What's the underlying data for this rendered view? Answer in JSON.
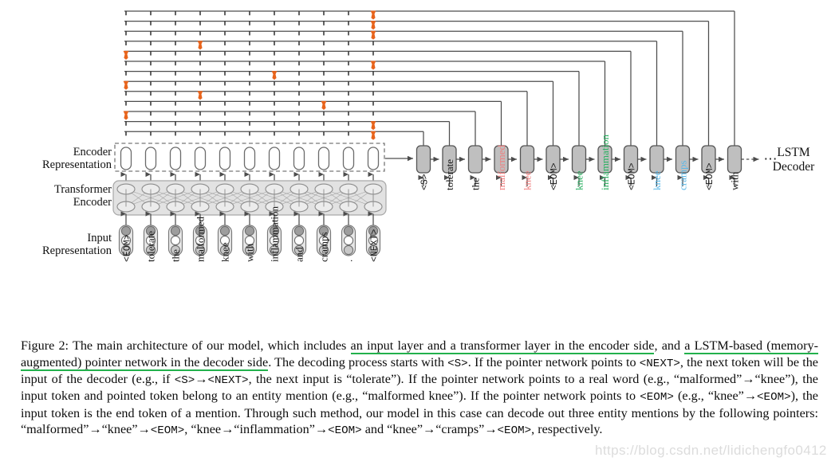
{
  "figure": {
    "side_labels": [
      {
        "id": "encoder-representation",
        "line1": "Encoder",
        "line2": "Representation"
      },
      {
        "id": "transformer-encoder",
        "line1": "Transformer",
        "line2": "Encoder"
      },
      {
        "id": "input-representation",
        "line1": "Input",
        "line2": "Representation"
      }
    ],
    "decoder_label": {
      "line1": "LSTM",
      "line2": "Decoder"
    },
    "ellipsis": "⋯",
    "encoder_tokens": [
      "<EOM>",
      "tolerate",
      "the",
      "malformed",
      "knee",
      "with",
      "inflammation",
      "and",
      "cramps",
      ".",
      "<NEXT>"
    ],
    "encoder_token_mono": [
      true,
      false,
      false,
      false,
      false,
      false,
      false,
      false,
      false,
      false,
      true
    ],
    "decoder_tokens": [
      {
        "text": "<S>",
        "color": "#1a1a1a",
        "mono": true
      },
      {
        "text": "tolerate",
        "color": "#1a1a1a",
        "mono": false
      },
      {
        "text": "the",
        "color": "#1a1a1a",
        "mono": false
      },
      {
        "text": "malformed",
        "color": "#f08080",
        "mono": false
      },
      {
        "text": "knee",
        "color": "#f08080",
        "mono": false
      },
      {
        "text": "<EOM>",
        "color": "#1a1a1a",
        "mono": true
      },
      {
        "text": "knee",
        "color": "#2ab061",
        "mono": false
      },
      {
        "text": "inflammation",
        "color": "#2ab061",
        "mono": false
      },
      {
        "text": "<EOM>",
        "color": "#1a1a1a",
        "mono": true
      },
      {
        "text": "knee",
        "color": "#5bb8e8",
        "mono": false
      },
      {
        "text": "cramps",
        "color": "#5bb8e8",
        "mono": false
      },
      {
        "text": "<EOM>",
        "color": "#1a1a1a",
        "mono": true
      },
      {
        "text": "with",
        "color": "#1a1a1a",
        "mono": false
      }
    ],
    "pointer_targets": [
      10,
      10,
      0,
      8,
      3,
      0,
      6,
      10,
      0,
      3,
      10,
      10,
      10
    ],
    "colors": {
      "pointer_arrow": "#e8641c",
      "cell_fill": "#bfbfbf",
      "cell_stroke": "#555555",
      "encoder_box_fill": "#e2e2e2",
      "encoder_box_stroke": "#a8a8a8",
      "line": "#4d4d4d",
      "dashed_box": "#777777",
      "underline_green": "#22b14c"
    }
  },
  "caption": {
    "prefix": "Figure 2: The main architecture of our model, which includes ",
    "ul1": "an input layer and a transformer layer in the encoder side",
    "mid1": ", and ",
    "ul2": "a LSTM-based (memory-augmented) pointer network in the decoder side",
    "rest": ". The decoding process starts with <S>. If the pointer network points to <NEXT>, the next token will be the input of the decoder (e.g., if <S>→<NEXT>, the next input is “tolerate”). If the pointer network points to a real word (e.g., “malformed”→“knee”), the input token and pointed token belong to an entity mention (e.g., “malformed knee”). If the pointer network points to <EOM> (e.g., “knee”→<EOM>), the input token is the end token of a mention. Through such method, our model in this case can decode out three entity mentions by the following pointers: “malformed”→“knee”→<EOM>, “knee→“inflammation”→<EOM> and “knee”→“cramps”→<EOM>, respectively."
  },
  "watermark": {
    "text": "https://blog.csdn.net/lidichengfo0412"
  }
}
